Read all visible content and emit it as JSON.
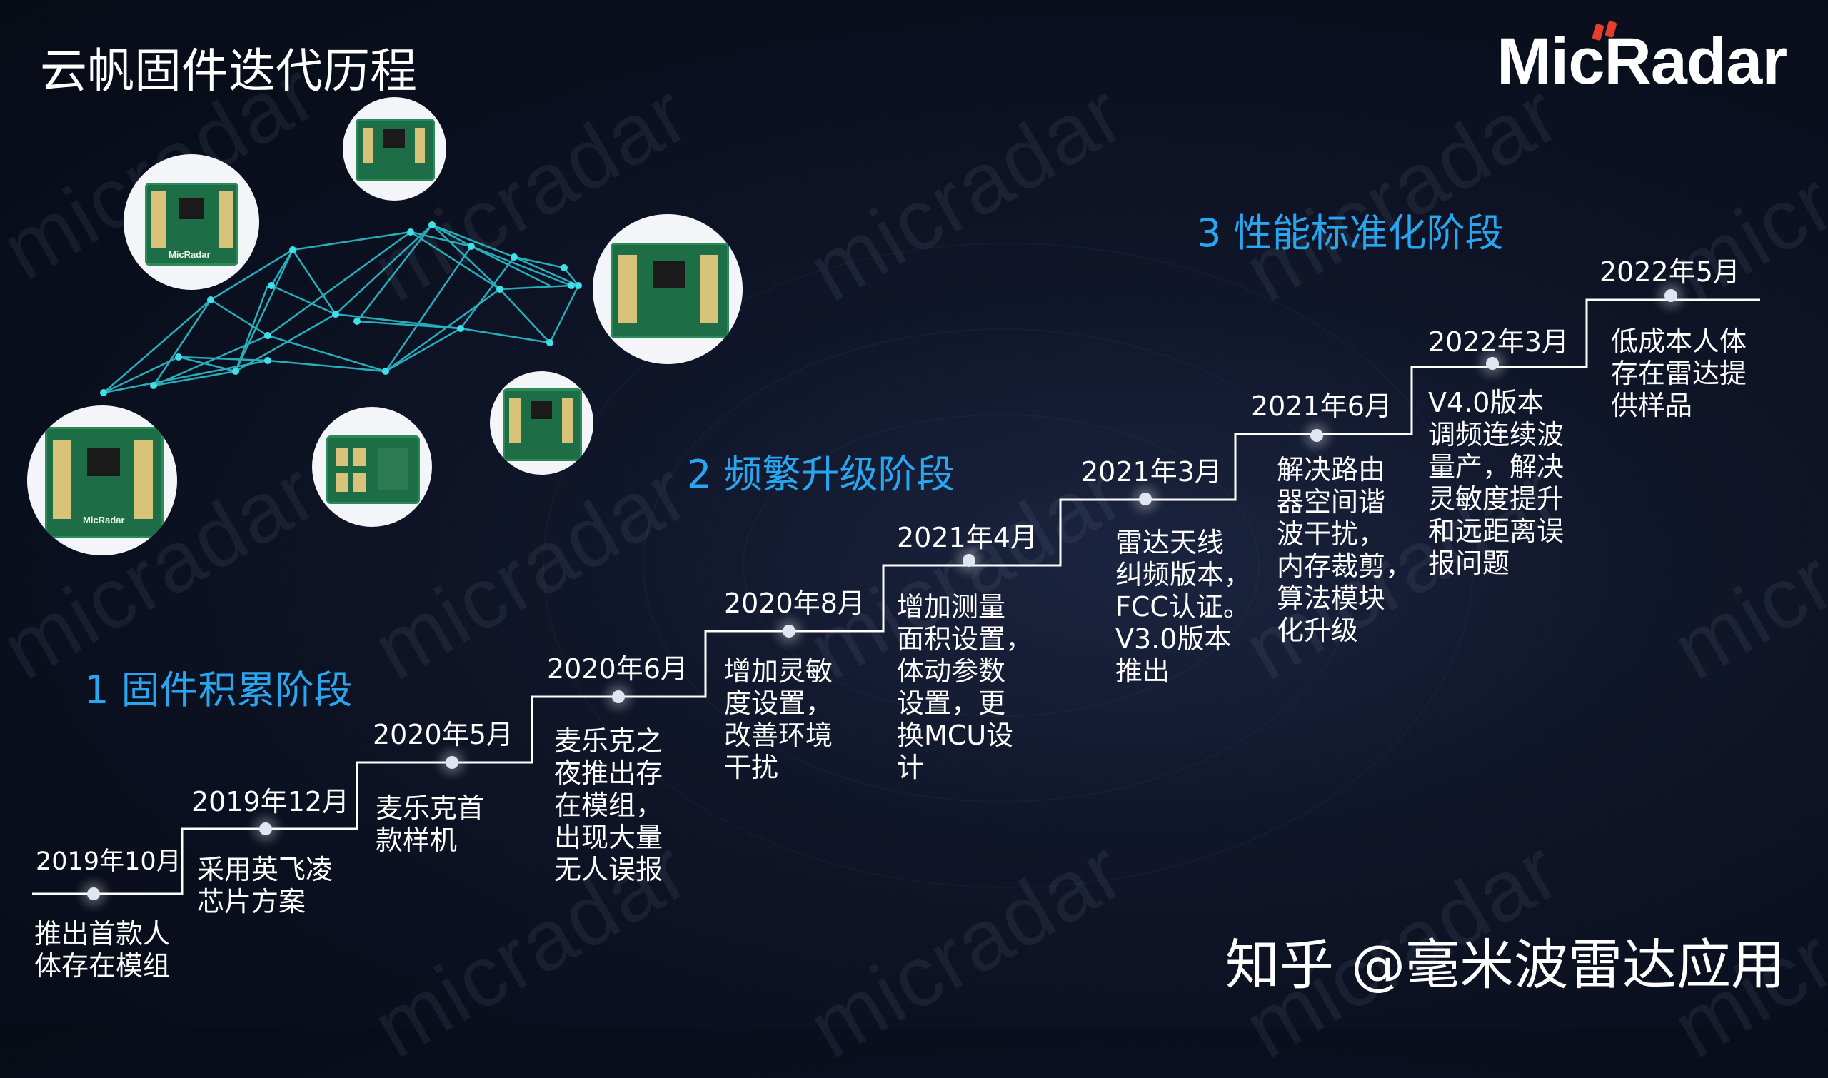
{
  "title": "云帆固件迭代历程",
  "logo": "MicRadar",
  "watermark": "micradar",
  "stages": [
    {
      "label": "1 固件积累阶段"
    },
    {
      "label": "2 频繁升级阶段"
    },
    {
      "label": "3 性能标准化阶段"
    }
  ],
  "milestones": [
    {
      "date": "2019年10月",
      "desc": "推出首款人\n体存在模组"
    },
    {
      "date": "2019年12月",
      "desc": "采用英飞凌\n芯片方案"
    },
    {
      "date": "2020年5月",
      "desc": "麦乐克首\n款样机"
    },
    {
      "date": "2020年6月",
      "desc": "麦乐克之\n夜推出存\n在模组，\n出现大量\n无人误报"
    },
    {
      "date": "2020年8月",
      "desc": "增加灵敏\n度设置，\n改善环境\n干扰"
    },
    {
      "date": "2021年4月",
      "desc": "增加测量\n面积设置，\n体动参数\n设置，更\n换MCU设\n计"
    },
    {
      "date": "2021年3月",
      "desc": "雷达天线\n纠频版本，\nFCC认证。\nV3.0版本\n推出"
    },
    {
      "date": "2021年6月",
      "desc": "解决路由\n器空间谐\n波干扰，\n内存裁剪，\n算法模块\n化升级"
    },
    {
      "date": "2022年3月",
      "desc": "V4.0版本\n调频连续波\n量产，解决\n灵敏度提升\n和远距离误\n报问题"
    },
    {
      "date": "2022年5月",
      "desc": "低成本人体\n存在雷达提\n供样品"
    }
  ],
  "module_label": "MicRadar",
  "footer": "知乎 @毫米波雷达应用",
  "colors": {
    "stage": "#29a6f0",
    "network": "#2ec9d6",
    "background": "#0a0f1e"
  }
}
